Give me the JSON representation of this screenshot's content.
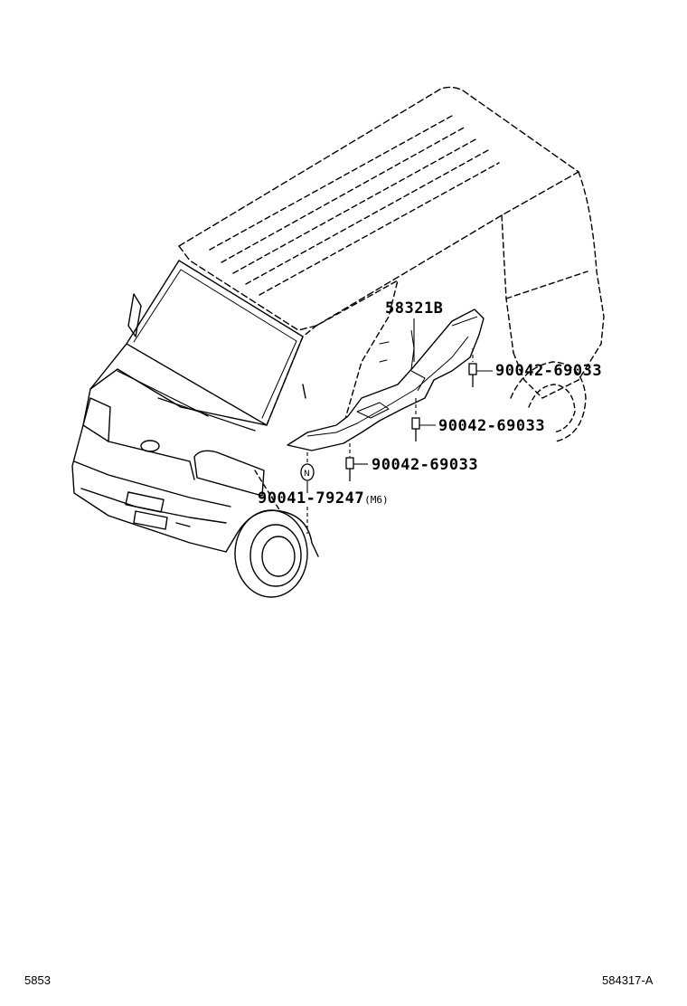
{
  "parts": {
    "shield": {
      "number": "58321B"
    },
    "bolt_upper": {
      "number": "90042-69033"
    },
    "bolt_middle": {
      "number": "90042-69033"
    },
    "bolt_lower": {
      "number": "90042-69033"
    },
    "nut": {
      "number": "90041-79247",
      "suffix": "(M6)"
    }
  },
  "footer": {
    "left_code": "5853",
    "right_code": "584317-A"
  },
  "icons": {
    "vehicle": "van-outline-icon",
    "shield": "cowl-side-shield-icon",
    "bolt": "bolt-icon",
    "nut": "nut-icon"
  },
  "colors": {
    "ink": "#000000",
    "paper": "#ffffff"
  }
}
